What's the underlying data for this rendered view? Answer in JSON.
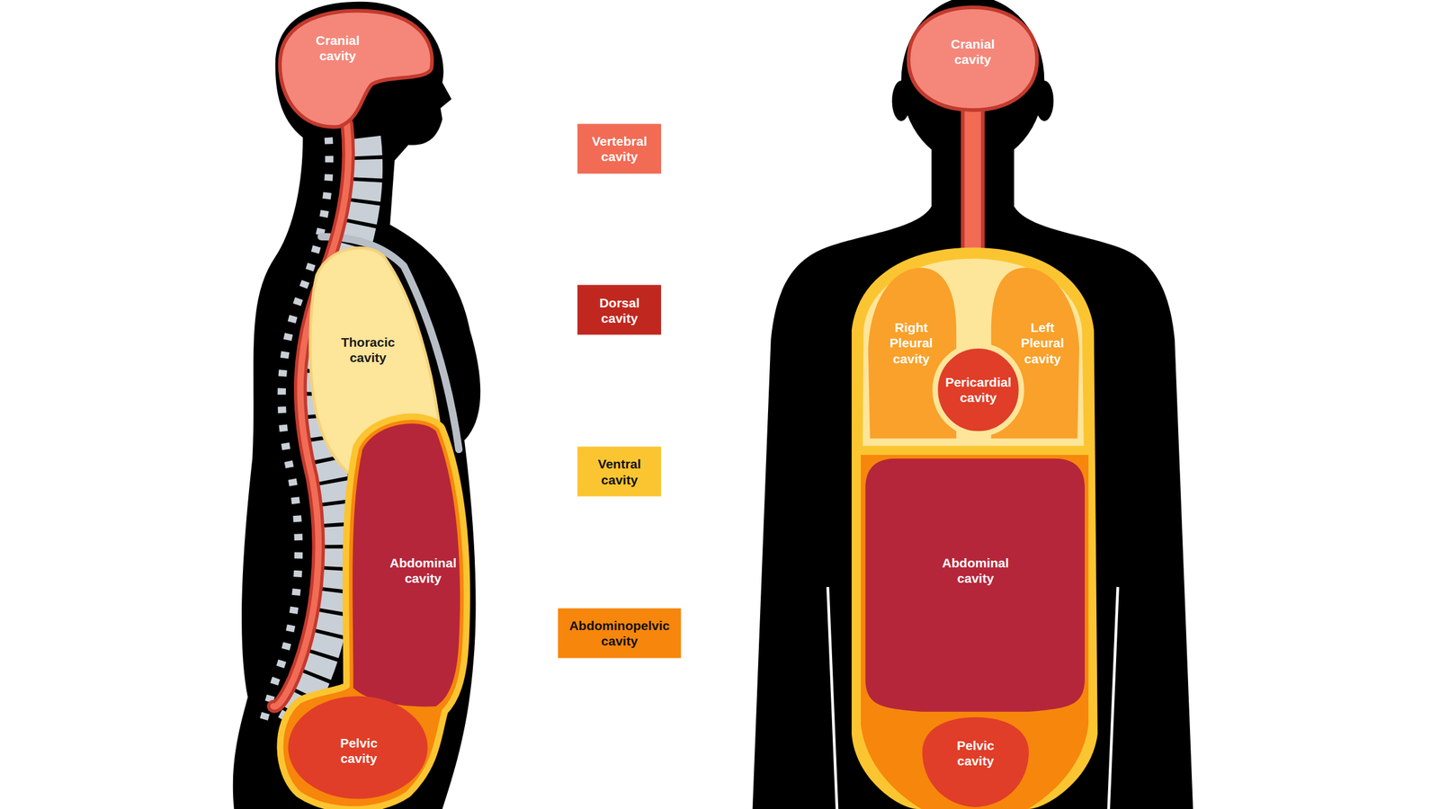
{
  "diagram": {
    "nodes": [
      {
        "text": [
          "Cranial cavity"
        ]
      },
      {
        "text": [
          "Thoracic cavity"
        ]
      },
      {
        "text": [
          "Abdominal cavity"
        ]
      },
      {
        "text": [
          "Pelvic cavity"
        ]
      },
      {
        "text": [
          "Cranial cavity"
        ]
      },
      {
        "text": [
          "Right Pleural cavity"
        ]
      },
      {
        "text": [
          "Left Pleural cavity"
        ]
      },
      {
        "text": [
          "Pericardial cavity"
        ]
      },
      {
        "text": [
          "Abdominal cavity"
        ]
      },
      {
        "text": [
          "Pelvic cavity"
        ]
      }
    ],
    "legend": [
      {
        "text": "Vertebral cavity",
        "color": "#f26b55"
      },
      {
        "text": "Dorsal cavity",
        "color": "#c0281f"
      },
      {
        "text": "Ventral cavity",
        "color": "#fbc531"
      },
      {
        "text": "Abdominopelvic cavity",
        "color": "#f7860c"
      }
    ]
  }
}
